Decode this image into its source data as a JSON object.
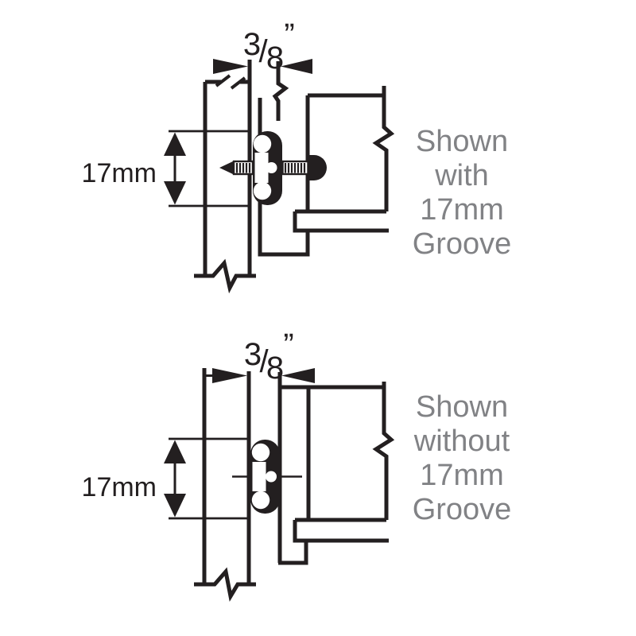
{
  "colors": {
    "ink": "#231f20",
    "caption_gray": "#818285",
    "background": "#ffffff"
  },
  "diagrams": [
    {
      "id": "with-groove",
      "caption_lines": [
        "Shown",
        "with",
        "17mm",
        "Groove"
      ],
      "width_dim": {
        "numerator": "3",
        "slash": "/",
        "denominator": "8",
        "inch_mark": "”"
      },
      "height_dim": "17mm"
    },
    {
      "id": "without-groove",
      "caption_lines": [
        "Shown",
        "without",
        "17mm",
        "Groove"
      ],
      "width_dim": {
        "numerator": "3",
        "slash": "/",
        "denominator": "8",
        "inch_mark": "”"
      },
      "height_dim": "17mm"
    }
  ]
}
